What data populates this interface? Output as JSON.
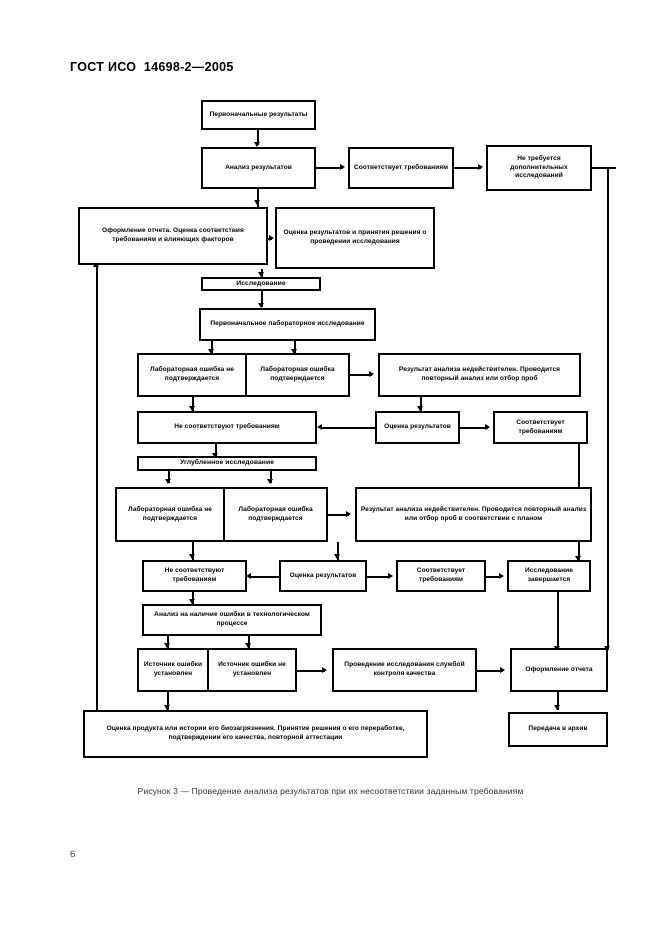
{
  "document": {
    "header": "ГОСТ ИСО  14698-2—2005",
    "page_number": "6",
    "figure_caption": "Рисунок 3 — Проведение анализа результатов при их несоответствии заданным требованиям"
  },
  "flowchart": {
    "title": "Проведение анализа результатов при их несоответствии заданным требованиям",
    "nodes": {
      "initial_results": "Первоначальные результаты",
      "analysis_of_results": "Анализ результатов",
      "meets_requirements_1": "Соответствует требованиям",
      "no_additional_research": "Не требуется дополнительных исследований",
      "report_preparation": "Оформление отчета. Оценка соответствия требованиям и влияющих факторов",
      "evaluation_and_decision": "Оценка результатов и принятия решения о проведении исследования",
      "investigation": "Исследование",
      "initial_lab_investigation": "Первоначальное лабораторное исследование",
      "lab_error_not_confirmed_1": "Лабораторная ошибка не подтверждается",
      "lab_error_confirmed_1": "Лабораторная ошибка подтверждается",
      "result_invalid_1": "Результат анализа недействителен. Проводится повторный анализ или отбор проб",
      "not_meets_requirements_1": "Не соответствуют требованиям",
      "evaluation_results_1": "Оценка результатов",
      "meets_requirements_2": "Соответствует требованиям",
      "in_depth_investigation": "Углубленное исследование",
      "lab_error_not_confirmed_2": "Лабораторная ошибка не подтверждается",
      "lab_error_confirmed_2": "Лабораторная ошибка подтверждается",
      "result_invalid_2": "Результат анализа недействителен. Проводится повторный анализ или отбор проб в соответствии с планом",
      "not_meets_requirements_2": "Не соответствуют требованиям",
      "evaluation_results_2": "Оценка результатов",
      "meets_requirements_3": "Соответствует требованиям",
      "investigation_complete": "Исследование завершается",
      "process_error_analysis": "Анализ на наличие ошибки в технологическом процессе",
      "error_source_found": "Источник ошибки установлен",
      "error_source_not_found": "Источник ошибки не установлен",
      "qc_investigation": "Проведение исследования службой контроля качества",
      "report_preparation_2": "Оформление отчета",
      "product_evaluation": "Оценка продукта или истории его биозагрязнения. Принятие решения о его переработке, подтверждении его качества, повторной аттестации",
      "transfer_to_archive": "Передача в архив"
    }
  }
}
